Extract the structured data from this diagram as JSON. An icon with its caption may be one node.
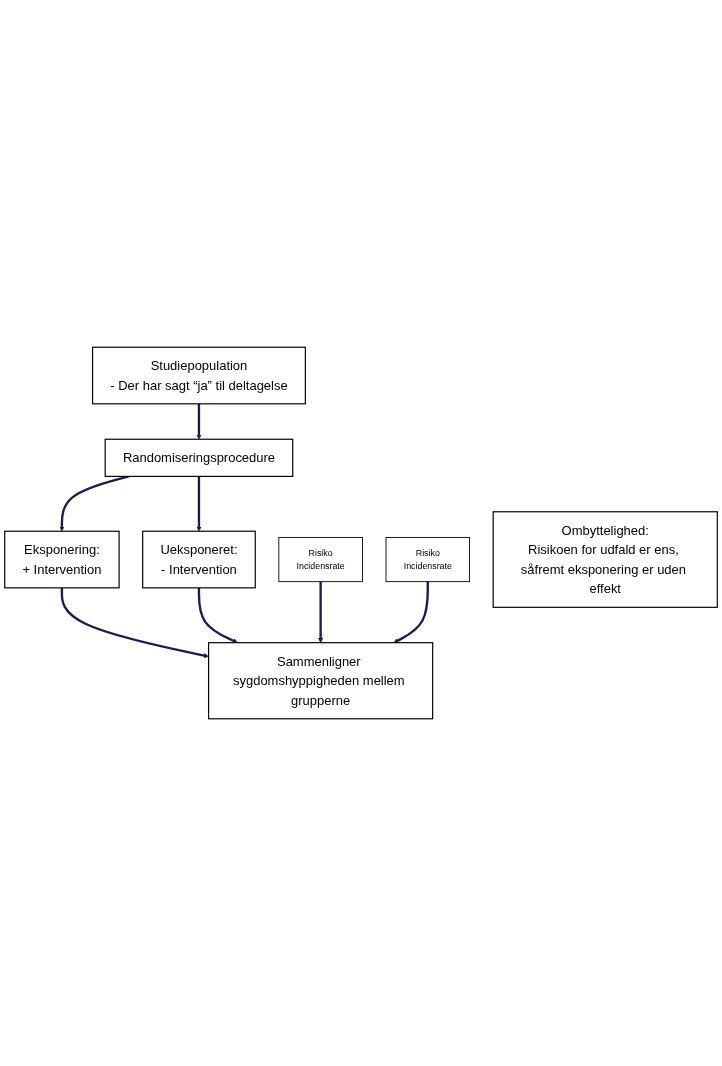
{
  "diagram": {
    "nodes": [
      {
        "text": [
          "Studiepopulation",
          "- Der har sagt “ja” til deltagelse"
        ]
      },
      {
        "text": [
          "Randomiseringsprocedure"
        ]
      },
      {
        "text": [
          "Eksponering:",
          "+ Intervention"
        ]
      },
      {
        "text": [
          "Ueksponeret:",
          "- Intervention"
        ]
      },
      {
        "text": [
          "Ombyttelighed:",
          "Risikoen for udfald er ens, såfremt eksponering er uden effekt"
        ]
      },
      {
        "text": [
          "Sammenligner sygdomshyppigheden mellem grupperne"
        ]
      },
      {
        "text": [
          "Risiko",
          "Incidensrate"
        ]
      },
      {
        "text": [
          "Risiko",
          "Incidensrate"
        ]
      }
    ],
    "edges": [
      {
        "from": 0,
        "to": 1,
        "arrow": "to"
      },
      {
        "from": 1,
        "to": 2,
        "arrow": "to"
      },
      {
        "from": 1,
        "to": 3,
        "arrow": "to"
      },
      {
        "from": 2,
        "to": 5,
        "arrow": "to"
      },
      {
        "from": 3,
        "to": 5,
        "arrow": "to"
      },
      {
        "from": 6,
        "to": 5,
        "arrow": "to"
      },
      {
        "from": 7,
        "to": 5,
        "arrow": "to"
      }
    ]
  }
}
